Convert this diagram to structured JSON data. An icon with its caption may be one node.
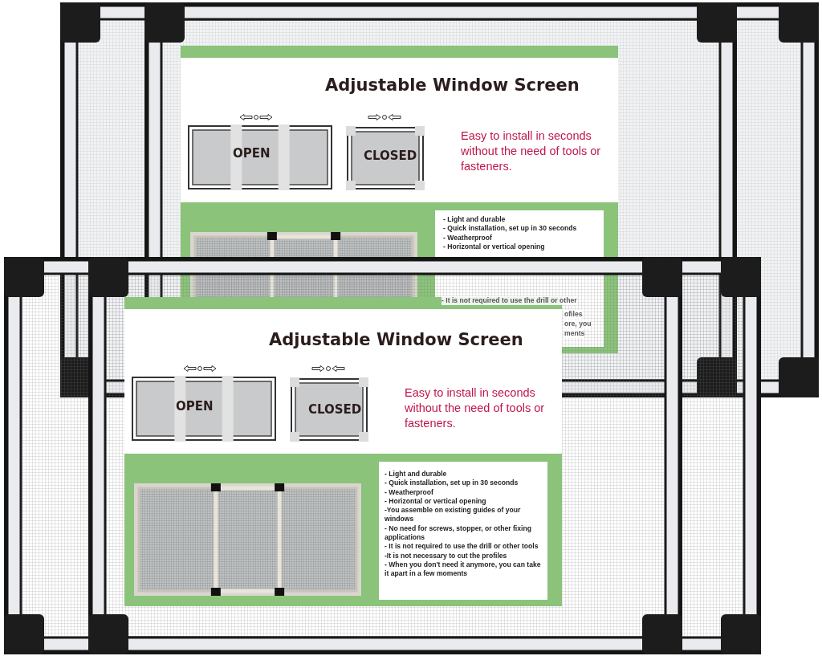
{
  "diagram": {
    "labels": [
      "Adjustable Window Screen",
      "OPEN",
      "CLOSED",
      "Easy to install in seconds without the need of tools or fasteners.",
      "- Light and durable",
      "- Quick installation, set up in 30 seconds",
      "- Weatherproof",
      "- Horizontal or vertical opening",
      "- It is not required to use the drill or other",
      "ofiles",
      "ore, you",
      "ments",
      "Adjustable Window Screen",
      "OPEN",
      "CLOSED",
      "Easy to install in seconds without the need of tools or fasteners.",
      "- Light and durable",
      "- Quick installation, set up in 30 seconds",
      "- Weatherproof",
      "- Horizontal or vertical opening",
      "-You assemble on existing guides of your windows",
      "- No need for screws, stopper, or other fixing applications",
      "- It is not required to use the drill or other tools",
      "-It is not necessary to cut the profiles",
      "- When you don't need it anymore, you can take it apart in a few moments"
    ]
  }
}
